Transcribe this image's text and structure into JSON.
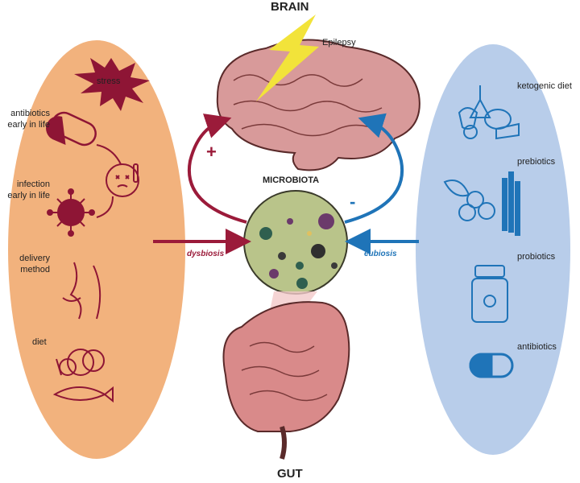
{
  "titles": {
    "brain": "BRAIN",
    "microbiota": "MICROBIOTA",
    "gut": "GUT"
  },
  "brain_label": "Epilepsy",
  "left_factors": {
    "stress": "stress",
    "antibiotics": [
      "antibiotics",
      "early in life"
    ],
    "infection": [
      "infection",
      "early in life"
    ],
    "delivery": [
      "delivery",
      "method"
    ],
    "diet": "diet"
  },
  "right_factors": {
    "ketogenic": "ketogenic diet",
    "prebiotics": "prebiotics",
    "probiotics": "probiotics",
    "antibiotics": "antibiotics"
  },
  "arrows": {
    "dysbiosis": "dysbiosis",
    "eubiosis": "eubiosis",
    "plus": "+",
    "minus": "-"
  },
  "colors": {
    "left_panel": "#f2b27d",
    "right_panel": "#b8cdea",
    "dysbiosis": "#9b1b3a",
    "eubiosis": "#1f74b8",
    "microbiota_disc": "#b9c48a",
    "brain": "#d89a9a",
    "gut": "#d98a8a",
    "lightning": "#f2e33a"
  }
}
